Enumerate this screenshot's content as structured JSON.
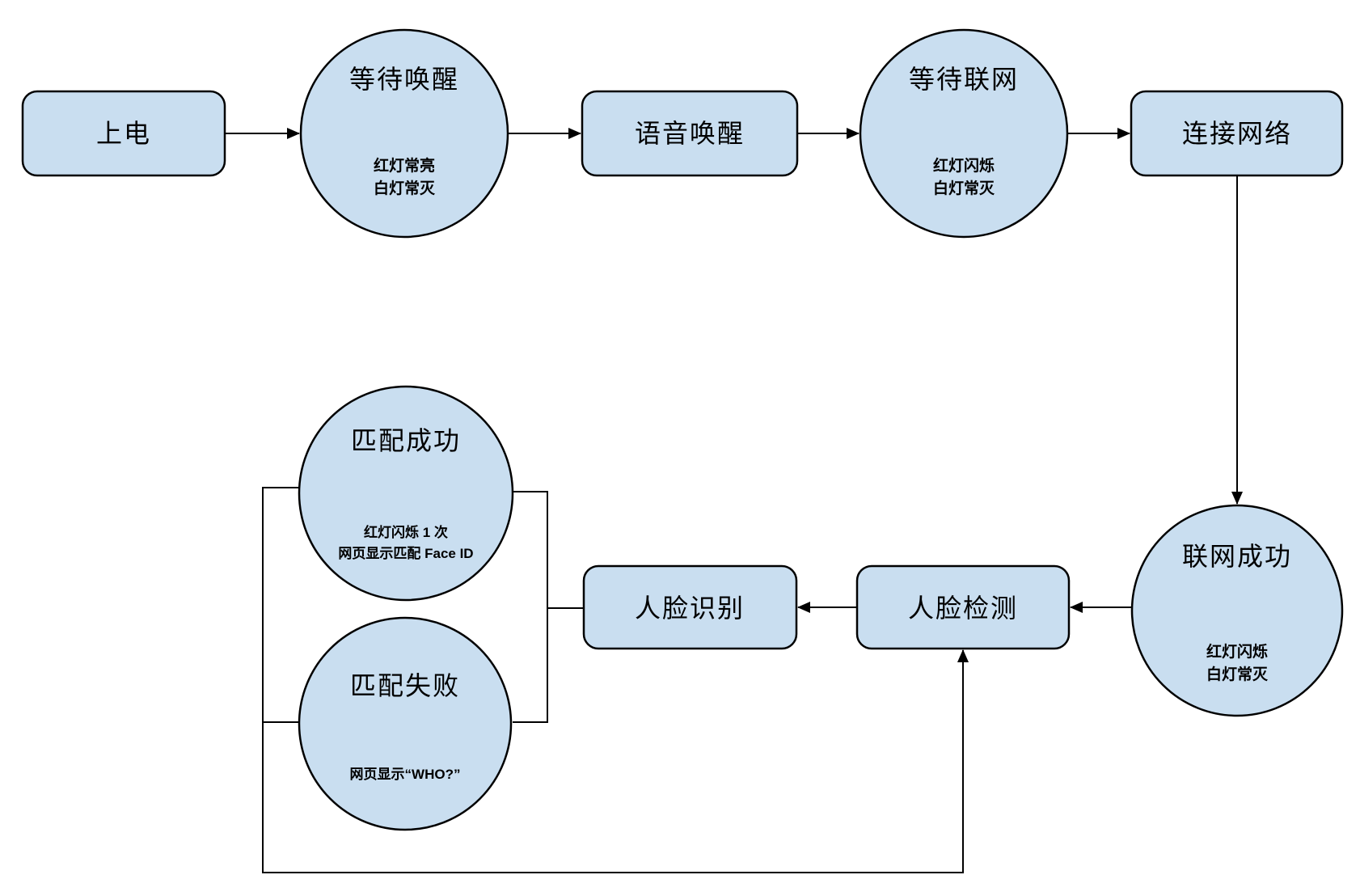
{
  "diagram": {
    "colors": {
      "node_fill": "#c9def0",
      "node_stroke": "#000000",
      "background": "#ffffff"
    },
    "nodes": {
      "power_on": {
        "label": "上电"
      },
      "wait_wake": {
        "label": "等待唤醒",
        "note_line1": "红灯常亮",
        "note_line2": "白灯常灭"
      },
      "voice_wake": {
        "label": "语音唤醒"
      },
      "wait_network": {
        "label": "等待联网",
        "note_line1": "红灯闪烁",
        "note_line2": "白灯常灭"
      },
      "connect_network": {
        "label": "连接网络"
      },
      "network_success": {
        "label": "联网成功",
        "note_line1": "红灯闪烁",
        "note_line2": "白灯常灭"
      },
      "face_detect": {
        "label": "人脸检测"
      },
      "face_recognize": {
        "label": "人脸识别"
      },
      "match_success": {
        "label": "匹配成功",
        "note_line1": "红灯闪烁 1 次",
        "note_line2": "网页显示匹配 Face ID"
      },
      "match_fail": {
        "label": "匹配失败",
        "note_line1": "网页显示“WHO?”"
      }
    }
  }
}
